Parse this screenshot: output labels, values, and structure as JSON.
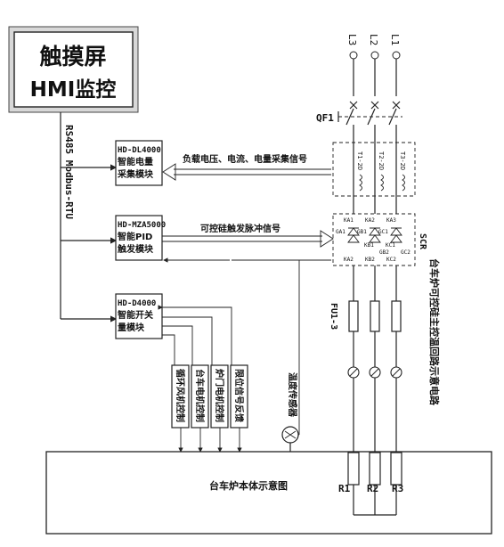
{
  "hmi": {
    "line1": "触摸屏",
    "line2": "HMI监控"
  },
  "bus_label": "RS485 Modbus-RTU",
  "modules": [
    {
      "model": "HD-DL4000",
      "name_line1": "智能电量",
      "name_line2": "采集模块"
    },
    {
      "model": "HD-MZA5000",
      "name_line1": "智能PID",
      "name_line2": "触发模块"
    },
    {
      "model": "HD-D4000",
      "name_line1": "智能开关",
      "name_line2": "量模块"
    }
  ],
  "signals": {
    "load_signal": "负载电压、电流、电量采集信号",
    "trigger_signal": "可控硅触发脉冲信号"
  },
  "control_outputs": [
    "循环风机控制",
    "台车电机控制",
    "炉门电机控制",
    "限位信号反馈"
  ],
  "temp_sensor": "温度传感器",
  "furnace_label": "台车炉本体示意图",
  "phases": [
    "L3",
    "L2",
    "L1"
  ],
  "breaker": "QF1",
  "transformers": [
    "T1-2D",
    "T2-2D",
    "T3-2D"
  ],
  "scr_label": "SCR",
  "scr_top": [
    "KA1",
    "KA2",
    "KA3"
  ],
  "scr_gate": [
    "GA1",
    "GB1",
    "GC1"
  ],
  "scr_mid": [
    "KB1",
    "KC1"
  ],
  "scr_bottom_gate": [
    "GB2",
    "GC2"
  ],
  "scr_bottom": [
    "KA2",
    "KB2",
    "KC2"
  ],
  "fuse": "FU1-3",
  "resistors": [
    "R1",
    "R2",
    "R3"
  ],
  "circuit_title": "台车炉可控硅主控温回路示意电路"
}
